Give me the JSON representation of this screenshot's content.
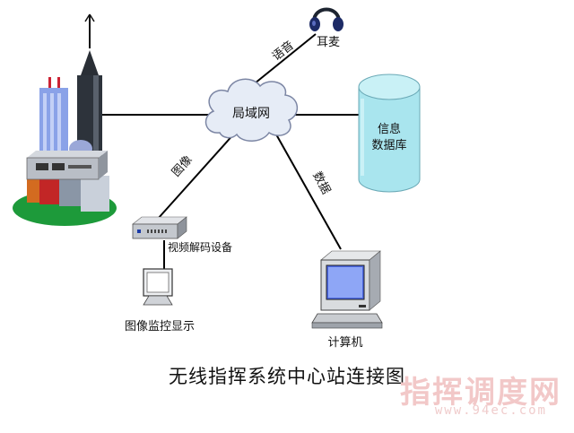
{
  "diagram": {
    "center_node": {
      "label": "局域网"
    },
    "nodes": {
      "headset": {
        "label": "耳麦",
        "icon": "headset-icon"
      },
      "database": {
        "label_line1": "信息",
        "label_line2": "数据库",
        "icon": "database-icon"
      },
      "decoder": {
        "label": "视频解码设备",
        "icon": "decoder-device-icon"
      },
      "monitor": {
        "label": "图像监控显示",
        "icon": "monitor-icon"
      },
      "computer": {
        "label": "计算机",
        "icon": "computer-icon"
      },
      "station": {
        "icon": "tower-station-icon"
      }
    },
    "edges": {
      "voice": "语音",
      "image": "图像",
      "data": "数据"
    },
    "title": "无线指挥系统中心站连接图"
  },
  "watermark": {
    "text": "指挥调度网",
    "url": "www.94ec.com"
  },
  "colors": {
    "cloud_fill": "#e6ecf6",
    "cloud_stroke": "#7c86a4",
    "database_fill": "#a9e5ee",
    "center_label": "#1a3c9c",
    "line": "#000000"
  }
}
